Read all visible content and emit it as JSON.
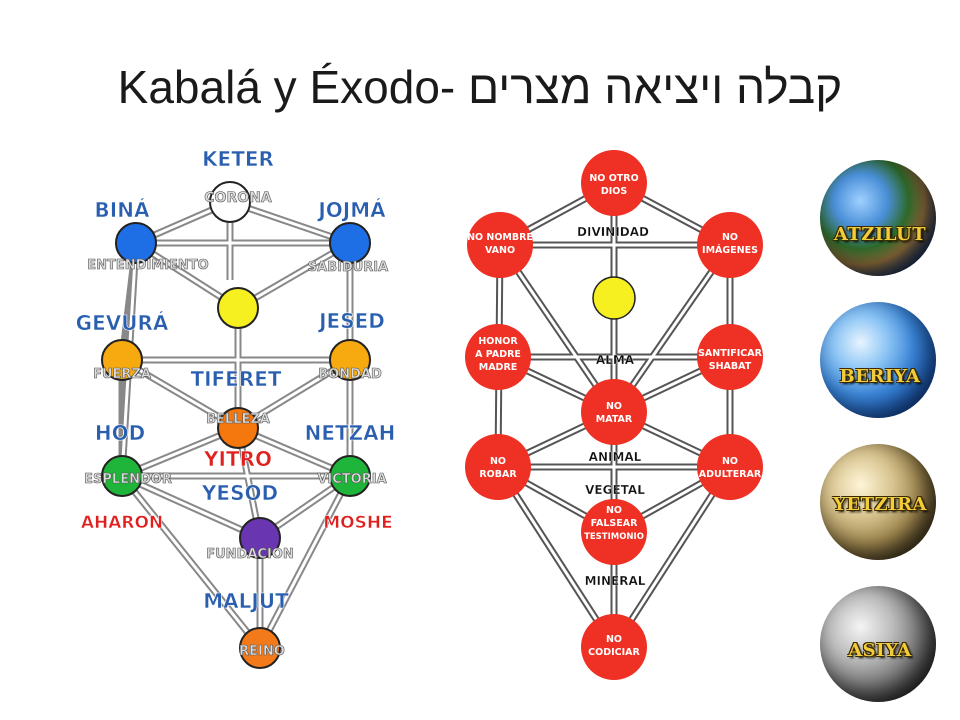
{
  "title": "Kabalá y Éxodo- קבלה ויציאה מצרים",
  "left_tree": {
    "keter": "KETER",
    "corona": "CORONA",
    "bina": "BINÁ",
    "entendimiento": "ENTENDIMIENTO",
    "jojma": "JOJMÁ",
    "sabiduria": "SABIDURIA",
    "gevura": "GEVURÁ",
    "fuerza": "FUERZA",
    "jesed": "JESED",
    "bondad": "BONDAD",
    "tiferet": "TIFERET",
    "belleza": "BELLEZA",
    "yitro": "YITRO",
    "hod": "HOD",
    "esplendor": "ESPLENDOR",
    "netzah": "NETZAH",
    "victoria": "VICTORIA",
    "yesod": "YESOD",
    "aharon": "AHARON",
    "moshe": "MOSHE",
    "fundacion": "FUNDACION",
    "maljut": "MALJUT",
    "reino": "REINO",
    "colors": {
      "label_blue": "#2a5fb0",
      "label_red": "#e0201e",
      "sefira_white": "#ffffff",
      "sefira_blue": "#1e6fe6",
      "sefira_yellow": "#f7f021",
      "sefira_orange": "#f6aa10",
      "sefira_tiferet": "#f5780e",
      "sefira_green": "#1eb53a",
      "sefira_purple": "#6a35b0",
      "sefira_reino": "#f27a1a"
    }
  },
  "commandments_tree": {
    "nodes": {
      "n1": [
        "NO OTRO",
        "DIOS"
      ],
      "n2": [
        "NO NOMBRE",
        "VANO"
      ],
      "n3": [
        "NO",
        "IMÁGENES"
      ],
      "n4": [
        "HONOR",
        "A PADRE",
        "MADRE"
      ],
      "n5": [
        "SANTIFICAR",
        "SHABAT"
      ],
      "n6": [
        "NO",
        "MATAR"
      ],
      "n7": [
        "NO",
        "ROBAR"
      ],
      "n8": [
        "NO",
        "ADULTERAR"
      ],
      "n9": [
        "NO",
        "FALSEAR",
        "TESTIMONIO"
      ],
      "n10": [
        "NO",
        "CODICIAR"
      ]
    },
    "levels": {
      "divinidad": "DIVINIDAD",
      "alma": "ALMA",
      "animal": "ANIMAL",
      "vegetal": "VEGETAL",
      "mineral": "MINERAL"
    },
    "colors": {
      "node_red": "#ee3124",
      "center_yellow": "#f7f021"
    }
  },
  "worlds": [
    {
      "label": "ATZILUT",
      "style": "earth-color"
    },
    {
      "label": "BERIYA",
      "style": "earth-blue"
    },
    {
      "label": "YETZIRA",
      "style": "earth-sepia"
    },
    {
      "label": "ASIYA",
      "style": "earth-gray"
    }
  ]
}
